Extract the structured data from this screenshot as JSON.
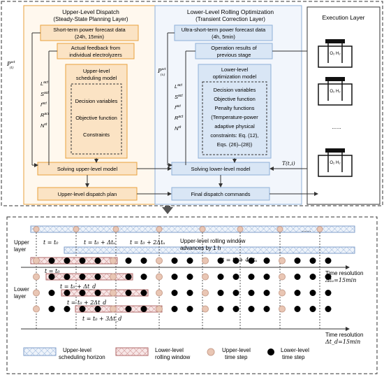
{
  "upper_dispatch": {
    "title": "Upper-Level Dispatch",
    "subtitle": "(Steady-State Planning Layer)",
    "forecast_line1": "Short-term power forecast data",
    "forecast_line2": "(24h, 15min)",
    "feedback_line1": "Actual feedback from",
    "feedback_line2": "individual electrolyzers",
    "model_line1": "Upper-level",
    "model_line2": "scheduling model",
    "model_items": [
      "Decision variables",
      "Objective function",
      "Constraints"
    ],
    "solve": "Solving upper-level model",
    "plan": "Upper-level dispatch plan",
    "p_label": "P",
    "p_sup": "wt",
    "p_sub": "(t)",
    "vars_label": "L S I R N"
  },
  "lower_opt": {
    "title": "Lower-Level Rolling Optimization",
    "subtitle": "(Transient Correction Layer)",
    "forecast_line1": "Ultra-short-term power forecast data",
    "forecast_line2": "(4h, 5min)",
    "ops_line1": "Operation results of",
    "ops_line2": "previous stage",
    "model_line1": "Lower-level",
    "model_line2": "optimization model",
    "model_items": [
      "Decision variables",
      "Objective function",
      "Penalty functions",
      "(Temperature-power",
      "adaptive physical",
      "constraints: Eq. (12),",
      "Eqs. (26)–(28))"
    ],
    "solve": "Solving lower-level model",
    "final": "Final dispatch commands",
    "p_label": "P",
    "p_sup": "wt",
    "p_sub": "(x)",
    "vars_label": "L S I R N",
    "t_label": "T(t,i)"
  },
  "exec": {
    "title": "Execution Layer",
    "ellipsis": "......",
    "cell_labels": [
      "O₂  H₂",
      "O₂  H₂",
      "O₂  H₂"
    ]
  },
  "timeline": {
    "upper_layer": "Upper\nlayer",
    "lower_layer": "Lower\nlayer",
    "t0": "t = t₀",
    "t1": "t = t₀ + Δtᵤ",
    "t2": "t = t₀ + 2Δtᵤ",
    "t4": "t = t₀ + 4Δtᵤ",
    "advance_line1": "Upper-level rolling window",
    "advance_line2": "advances by 1 h",
    "lt0": "t = t₀",
    "lt1": "t = t₀ + Δt_d",
    "lt2": "t = t₀ + 2Δt_d",
    "lt3": "t = t₀ + 3Δt_d",
    "res_upper_line1": "Time resolution",
    "res_upper_line2": "Δtᵤ=15min",
    "res_lower_line1": "Time resolution",
    "res_lower_line2": "Δt_d=15min",
    "dots": "......"
  },
  "legend": {
    "upper_horizon_line1": "Upper-level",
    "upper_horizon_line2": "scheduling horizon",
    "lower_window_line1": "Lower-level",
    "lower_window_line2": "rolling window",
    "upper_step_line1": "Upper-level",
    "upper_step_line2": "time step",
    "lower_step_line1": "Lower-level",
    "lower_step_line2": "time step"
  },
  "colors": {
    "upper_fill": "#fbe3c4",
    "upper_border": "#e8a23d",
    "lower_fill": "#d9e6f5",
    "lower_border": "#8fb0d8",
    "upper_step": "#e9c6b4",
    "lower_step": "#000000",
    "hatch_blue": "#8fb0d8",
    "hatch_red": "#c98a8a"
  }
}
